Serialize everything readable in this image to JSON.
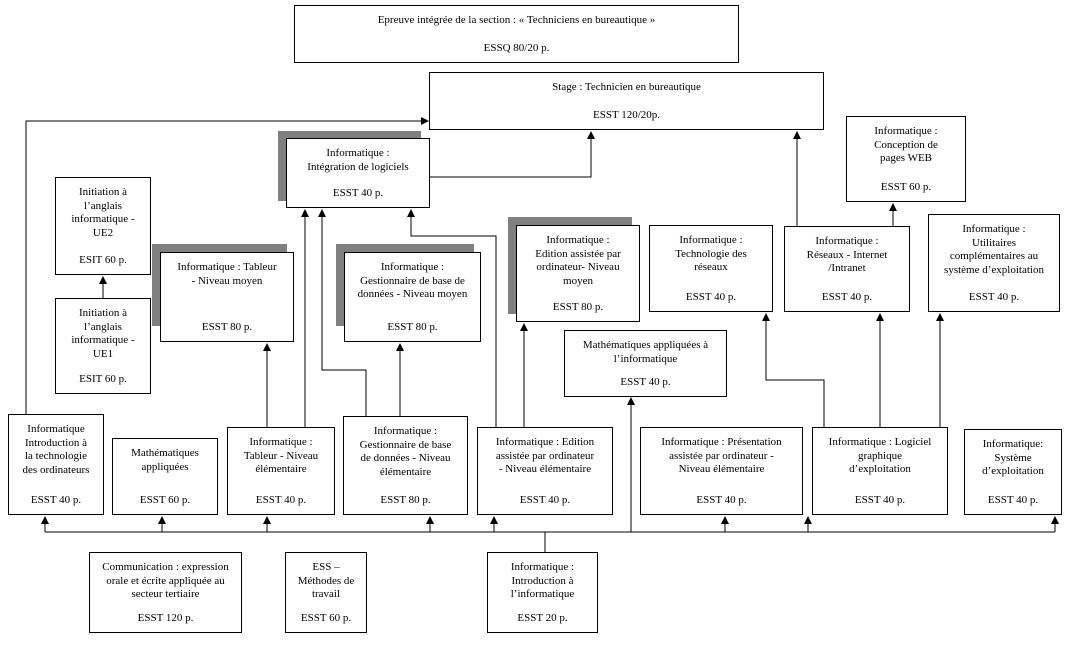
{
  "boxes": {
    "epreuve": {
      "title": "Epreuve intégrée de la section : « Techniciens en bureautique »",
      "credit": "ESSQ     80/20 p."
    },
    "stage": {
      "title": "Stage : Technicien en bureautique",
      "credit": "ESST     120/20p."
    },
    "integration": {
      "title": "Informatique :\nIntégration de logiciels",
      "credit": "ESST     40 p."
    },
    "anglais_ue2": {
      "title": "Initiation à\nl’anglais\ninformatique -\nUE2",
      "credit": "ESIT     60 p."
    },
    "anglais_ue1": {
      "title": "Initiation à\nl’anglais\ninformatique -\nUE1",
      "credit": "ESIT     60 p."
    },
    "tableur_moyen": {
      "title": "Informatique : Tableur\n- Niveau moyen",
      "credit": "ESST     80 p."
    },
    "gestbd_moyen": {
      "title": "Informatique :\nGestionnaire de base de\ndonnées - Niveau moyen",
      "credit": "ESST     80 p."
    },
    "edition_moyen": {
      "title": "Informatique :\nEdition assistée par\nordinateur- Niveau\nmoyen",
      "credit": "ESST     80 p."
    },
    "techno_reseaux": {
      "title": "Informatique :\nTechnologie des\nréseaux",
      "credit": "ESST     40 p."
    },
    "web": {
      "title": "Informatique :\nConception de\npages WEB",
      "credit": "ESST     60 p."
    },
    "reseaux_internet": {
      "title": "Informatique :\nRéseaux - Internet\n/Intranet",
      "credit": "ESST     40 p."
    },
    "utilitaires": {
      "title": "Informatique :\nUtilitaires\ncomplémentaires au\nsystème d’exploitation",
      "credit": "ESST     40 p."
    },
    "math_info": {
      "title": "Mathématiques appliquées à\nl’informatique",
      "credit": "ESST     40 p."
    },
    "intro_techno": {
      "title": "Informatique\nIntroduction à\nla technologie\ndes ordinateurs",
      "credit": "ESST     40 p."
    },
    "math_app": {
      "title": "Mathématiques\nappliquées",
      "credit": "ESST     60 p."
    },
    "tableur_elem": {
      "title": "Informatique :\nTableur - Niveau\nélémentaire",
      "credit": "ESST     40 p."
    },
    "gestbd_elem": {
      "title": "Informatique :\nGestionnaire de base\nde données - Niveau\nélémentaire",
      "credit": "ESST     80 p."
    },
    "edition_elem": {
      "title": "Informatique : Edition\nassistée par ordinateur\n- Niveau élémentaire",
      "credit": "ESST     40 p."
    },
    "presentation": {
      "title": "Informatique : Présentation\nassistée par ordinateur -\nNiveau élémentaire",
      "credit": "ESST     40 p."
    },
    "logiciel_graph": {
      "title": "Informatique : Logiciel\ngraphique\nd’exploitation",
      "credit": "ESST     40 p."
    },
    "systeme": {
      "title": "Informatique:\nSystème\nd’exploitation",
      "credit": "ESST     40 p."
    },
    "communication": {
      "title": "Communication : expression\norale et écrite appliquée au\nsecteur tertiaire",
      "credit": "ESST     120 p."
    },
    "methodes": {
      "title": "ESS –\nMéthodes de\ntravail",
      "credit": "ESST     60 p."
    },
    "intro_info": {
      "title": "Informatique :\nIntroduction à\nl’informatique",
      "credit": "ESST     20 p."
    }
  }
}
